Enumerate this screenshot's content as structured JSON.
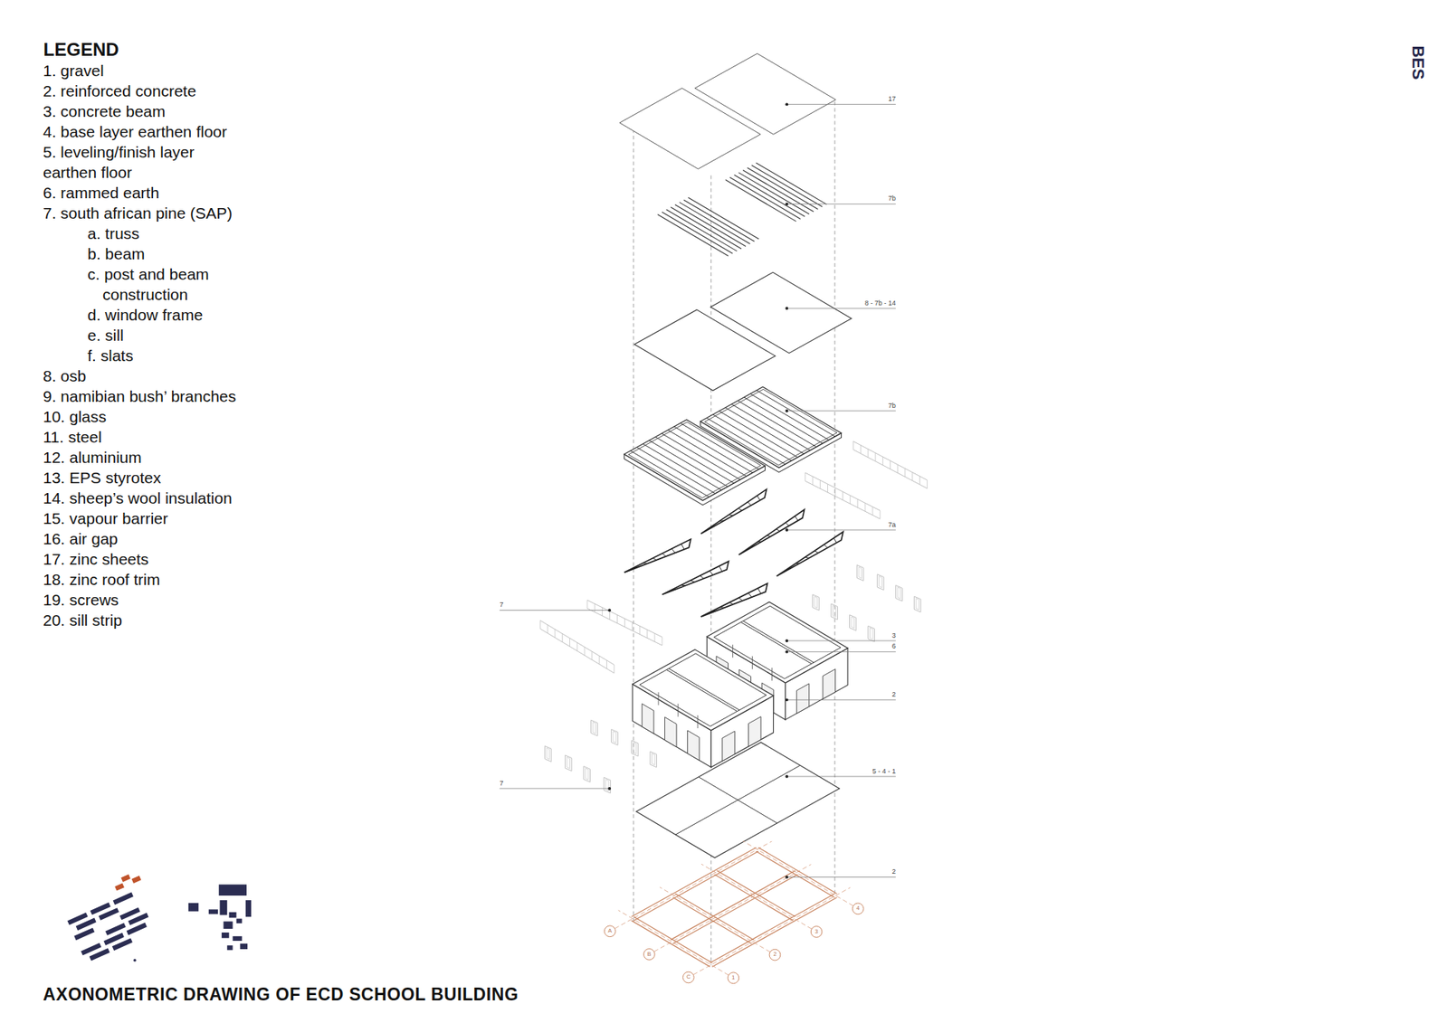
{
  "diagram": {
    "title": "AXONOMETRIC DRAWING OF ECD SCHOOL BUILDING",
    "labels": [
      "LEGEND",
      "BES",
      "17",
      "7b",
      "8 - 7b - 14",
      "7b",
      "7a",
      "7",
      "3",
      "6",
      "2",
      "5 - 4 - 1",
      "7",
      "2",
      "A",
      "B",
      "C",
      "1",
      "2",
      "3",
      "4"
    ],
    "legend": [
      {
        "text": "1. gravel"
      },
      {
        "text": "2. reinforced concrete"
      },
      {
        "text": "3. concrete beam"
      },
      {
        "text": "4. base layer earthen floor"
      },
      {
        "text": "5. leveling/finish layer earthen floor"
      },
      {
        "text": "6. rammed earth"
      },
      {
        "text": "7. south african pine (SAP)"
      },
      {
        "text": "a. truss"
      },
      {
        "text": "b. beam"
      },
      {
        "text": "c. post and beam construction"
      },
      {
        "text": "d. window frame"
      },
      {
        "text": "e. sill"
      },
      {
        "text": "f. slats"
      },
      {
        "text": "8. osb"
      },
      {
        "text": "9. namibian bush’ branches"
      },
      {
        "text": "10. glass"
      },
      {
        "text": "11. steel"
      },
      {
        "text": "12. aluminium"
      },
      {
        "text": "13. EPS styrotex"
      },
      {
        "text": "14. sheep’s wool insulation"
      },
      {
        "text": "15. vapour barrier"
      },
      {
        "text": "16. air gap"
      },
      {
        "text": "17. zinc sheets"
      },
      {
        "text": "18. zinc roof trim"
      },
      {
        "text": "19. screws"
      },
      {
        "text": "20. sill strip"
      }
    ]
  }
}
